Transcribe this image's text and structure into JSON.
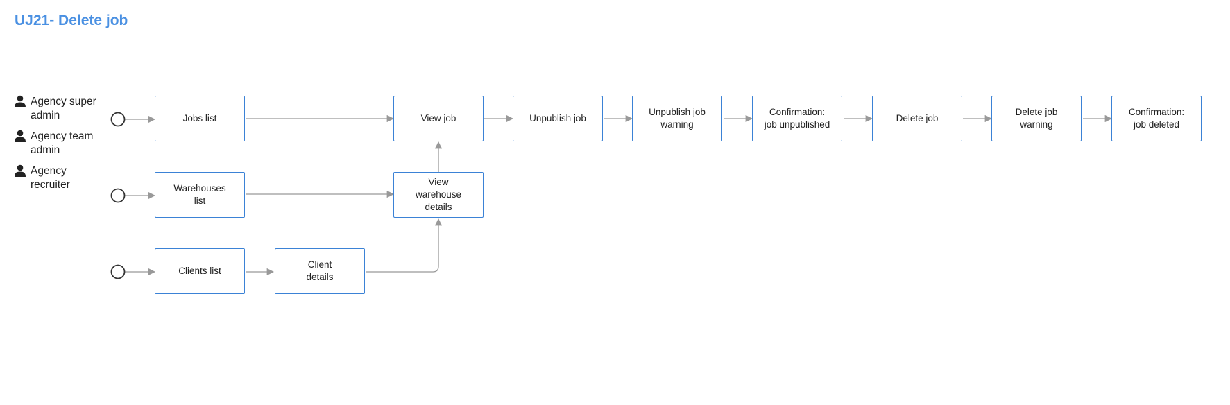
{
  "title": "UJ21- Delete job",
  "roles": [
    {
      "icon": "person-icon",
      "label": "Agency super admin"
    },
    {
      "icon": "person-icon",
      "label": "Agency team admin"
    },
    {
      "icon": "person-icon",
      "label": "Agency recruiter"
    }
  ],
  "nodes": {
    "jobs_list": "Jobs list",
    "warehouses_list": "Warehouses\nlist",
    "clients_list": "Clients list",
    "client_details": "Client\ndetails",
    "view_warehouse_details": "View\nwarehouse\ndetails",
    "view_job": "View job",
    "unpublish_job": "Unpublish job",
    "unpublish_job_warning": "Unpublish job\nwarning",
    "confirmation_job_unpublished": "Confirmation:\njob unpublished",
    "delete_job": "Delete job",
    "delete_job_warning": "Delete job\nwarning",
    "confirmation_job_deleted": "Confirmation:\njob deleted"
  },
  "colors": {
    "title": "#4a90e2",
    "node_border": "#3b82d6",
    "connector": "#999999",
    "start_node": "#333333"
  }
}
